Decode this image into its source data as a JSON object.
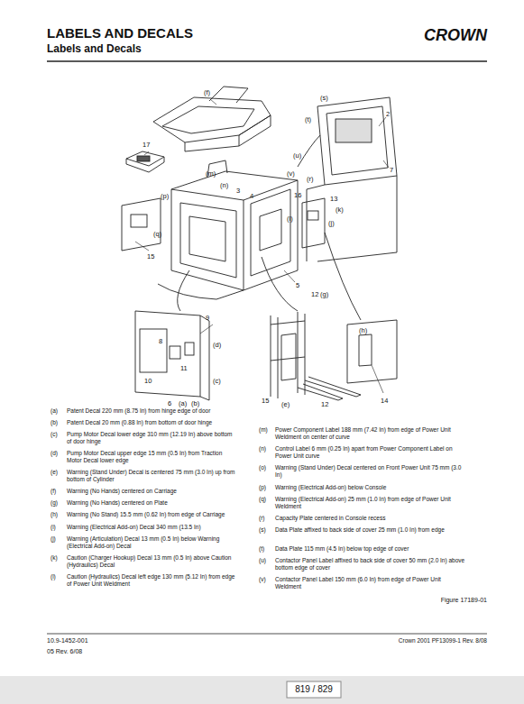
{
  "diagram": {
    "title": "LABELS AND DECALS",
    "caption": "Figure 17189-01",
    "labels": [
      "Labels and Decals",
      "CROWN",
      "(f)",
      "17",
      "(m)",
      "(n)",
      "3",
      "4",
      "(p)",
      "(q)",
      "15",
      "5",
      "16",
      "13",
      "(k)",
      "(j)",
      "(l)",
      "(s)",
      "2",
      "(t)",
      "7",
      "(u)",
      "(r)",
      "(v)",
      "9",
      "8",
      "(d)",
      "10",
      "11",
      "(c)",
      "6",
      "(a)",
      "(b)",
      "12",
      "(g)",
      "(h)",
      "15",
      "(e)",
      "12",
      "14",
      "(a)",
      "Patent Decal 220 mm (8.75 In) from hinge edge of door",
      "(b)",
      "Patent Decal 20 mm (0.88 In) from bottom of door hinge",
      "(c)",
      "Pump Motor Decal lower edge 310 mm (12.19 In) above bottom of door hinge",
      "(d)",
      "Pump Motor Decal upper edge 15 mm (0.5 In) from Traction Motor Decal lower edge",
      "(e)",
      "Warning (Stand Under) Decal is centered 75 mm (3.0 In) up from bottom of Cylinder",
      "(f)",
      "Warning (No Hands) centered on Carriage",
      "(g)",
      "Warning (No Hands) centered on Plate",
      "(h)",
      "Warning (No Stand) 15.5 mm (0.62 In) from edge of Carriage",
      "(i)",
      "Warning (Electrical Add-on) Decal 340 mm (13.5 In)",
      "(j)",
      "Warning (Articulation) Decal 13 mm (0.5 In) below Warning (Electrical Add-on) Decal",
      "(k)",
      "Caution (Charger Hookup) Decal 13 mm (0.5 In) above Caution (Hydraulics) Decal",
      "(l)",
      "Caution (Hydraulics) Decal left edge 130 mm (5.12 In) from edge of Power Unit Weldment",
      "(m)",
      "Power Component Label 188 mm (7.42 In) from edge of Power Unit Weldment on center of curve",
      "(n)",
      "Control Label 6 mm (0.25 In) apart from Power Component Label on Power Unit curve",
      "(o)",
      "Warning (Stand Under) Decal centered on Front Power Unit 75 mm (3.0 In)",
      "(p)",
      "Warning (Electrical Add-on) below Console",
      "(q)",
      "Warning (Electrical Add-on) 25 mm (1.0 In) from edge of Power Unit Weldment",
      "(r)",
      "Capacity Plate centered in Console recess",
      "(s)",
      "Data Plate affixed to back side of cover 25 mm (1.0 In) from edge",
      "(t)",
      "Data Plate 115 mm (4.5 In) below top edge of cover",
      "(u)",
      "Contactor Panel Label affixed to back side of cover 50 mm (2.0 In) above bottom edge of cover",
      "(v)",
      "Contactor Panel Label 150 mm (6.0 In) from edge of Power Unit Weldment",
      "10.9-1452-001",
      "05 Rev. 6/08",
      "Crown 2001 PF13099-1 Rev. 8/08",
      "819 / 829"
    ]
  }
}
